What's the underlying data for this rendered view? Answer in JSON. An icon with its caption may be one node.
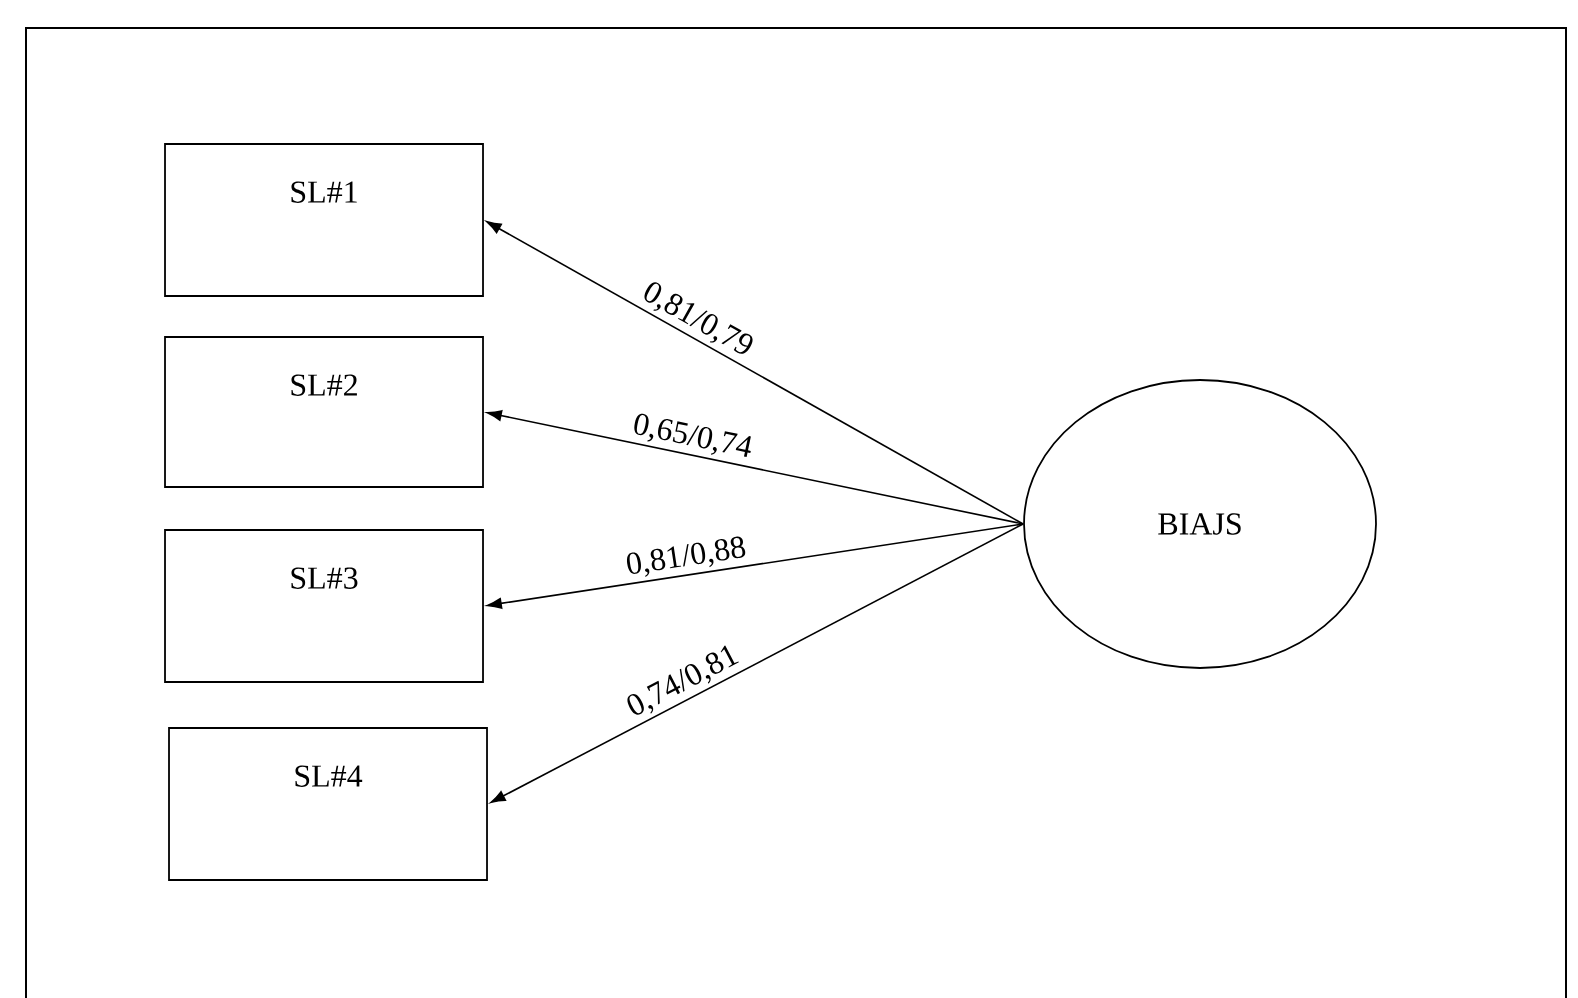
{
  "diagram": {
    "nodes": [
      {
        "text": [
          "SL#1"
        ]
      },
      {
        "text": [
          "SL#2"
        ]
      },
      {
        "text": [
          "SL#3"
        ]
      },
      {
        "text": [
          "SL#4"
        ]
      },
      {
        "text": [
          "BIAJS"
        ]
      }
    ],
    "edges": [
      {
        "from": 4,
        "to": 0,
        "arrow": "to",
        "label": "0,81/0,79"
      },
      {
        "from": 4,
        "to": 1,
        "arrow": "to",
        "label": "0,65/0,74"
      },
      {
        "from": 4,
        "to": 2,
        "arrow": "to",
        "label": "0,81/0,88"
      },
      {
        "from": 4,
        "to": 3,
        "arrow": "to",
        "label": "0,74/0,81"
      }
    ]
  }
}
